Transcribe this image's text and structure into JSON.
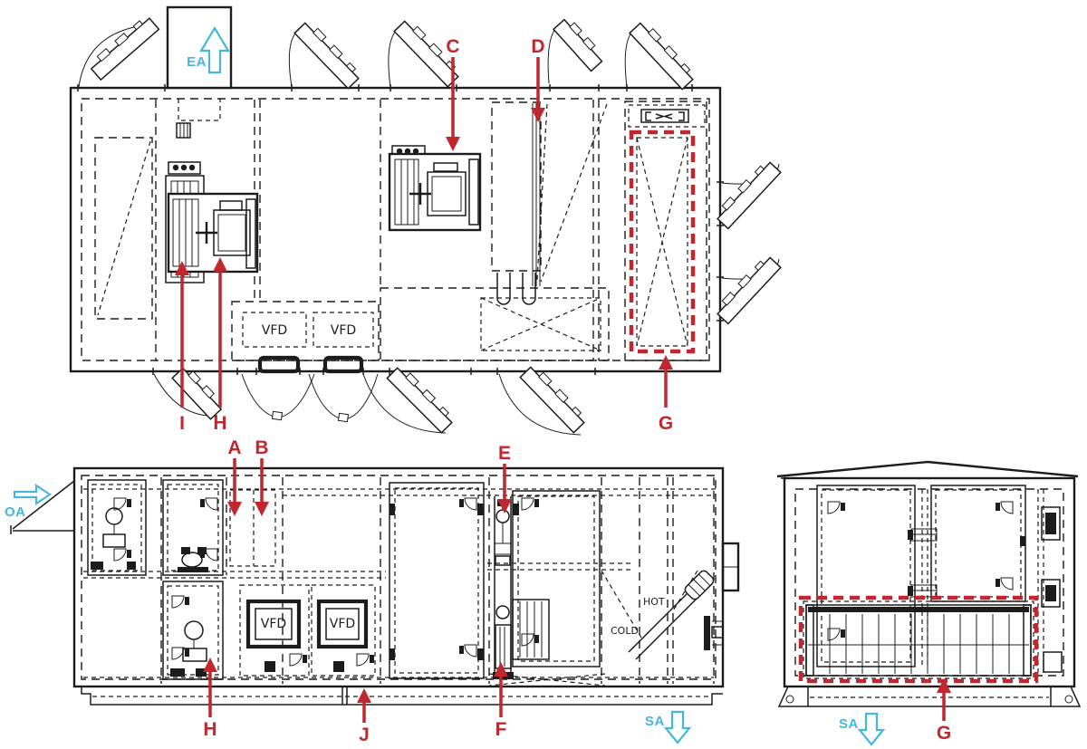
{
  "colors": {
    "line": "#1c1c1c",
    "callout_red": "#c1272d",
    "airflow_cyan": "#45b7dd",
    "background": "#ffffff"
  },
  "airflow": {
    "ea": "EA",
    "oa": "OA",
    "sa_side": "SA",
    "sa_end": "SA"
  },
  "equipment": {
    "vfd_plan_left": "VFD",
    "vfd_plan_right": "VFD",
    "vfd_side_left": "VFD",
    "vfd_side_right": "VFD",
    "hot": "HOT",
    "cold": "COLD"
  },
  "callouts": {
    "plan": {
      "c": "C",
      "d": "D",
      "g": "G",
      "h": "H",
      "i": "I"
    },
    "side": {
      "a": "A",
      "b": "B",
      "e": "E",
      "f": "F",
      "h": "H",
      "j": "J"
    },
    "end": {
      "g": "G"
    }
  },
  "icons": {
    "ea_arrow": "hollow-up-arrow",
    "oa_arrow": "hollow-right-arrow",
    "sa_side_arrow": "hollow-down-arrow",
    "sa_end_arrow": "hollow-down-arrow",
    "callout_arrow": "solid-red-arrow",
    "damper_symbol": "bracketed-zigzag"
  }
}
